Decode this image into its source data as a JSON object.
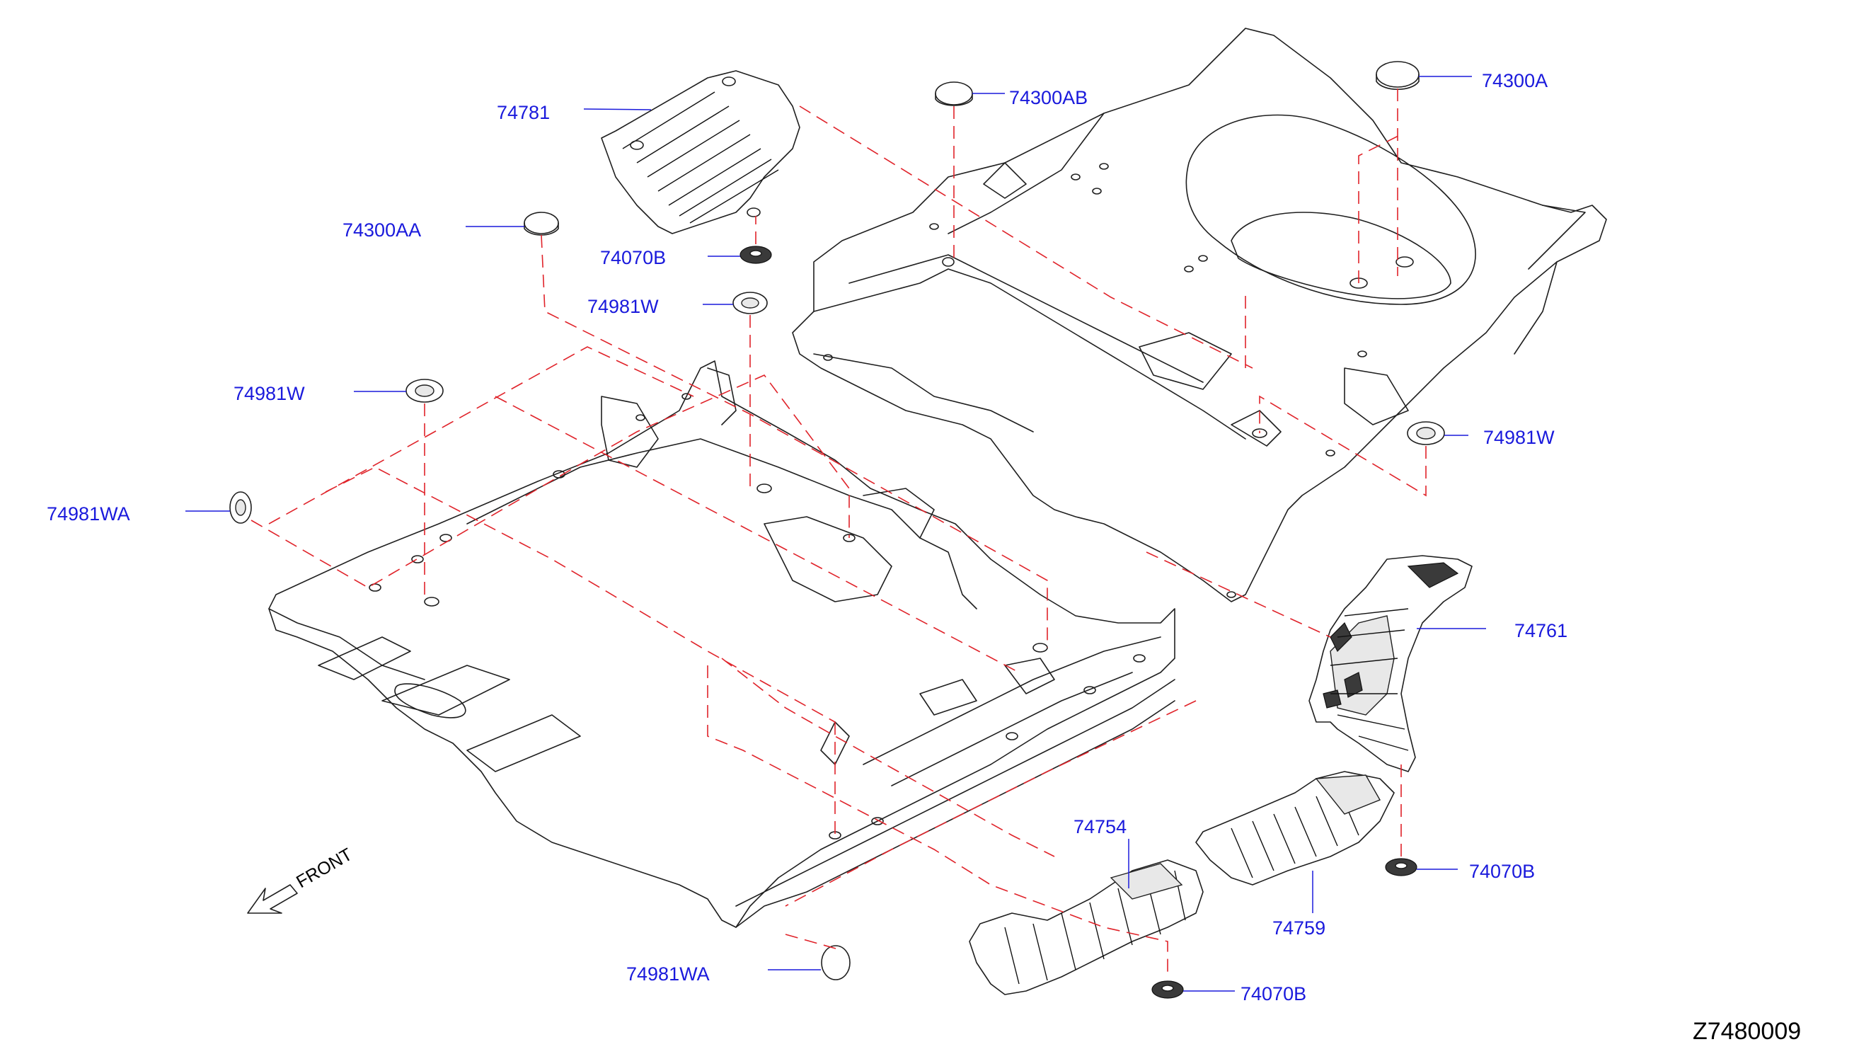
{
  "diagram_id": "Z7480009",
  "front_label": "FRONT",
  "callouts": [
    {
      "id": "c1",
      "text": "74781"
    },
    {
      "id": "c2",
      "text": "74300AB"
    },
    {
      "id": "c3",
      "text": "74300A"
    },
    {
      "id": "c4",
      "text": "74300AA"
    },
    {
      "id": "c5",
      "text": "74070B"
    },
    {
      "id": "c6",
      "text": "74981W"
    },
    {
      "id": "c7",
      "text": "74981W"
    },
    {
      "id": "c8",
      "text": "74981W"
    },
    {
      "id": "c9",
      "text": "74981WA"
    },
    {
      "id": "c10",
      "text": "74761"
    },
    {
      "id": "c11",
      "text": "74754"
    },
    {
      "id": "c12",
      "text": "74759"
    },
    {
      "id": "c13",
      "text": "74070B"
    },
    {
      "id": "c14",
      "text": "74981WA"
    },
    {
      "id": "c15",
      "text": "74070B"
    }
  ],
  "colors": {
    "label": "#1a1adc",
    "phantom_line": "#e0232a",
    "outline": "#1f1f1f"
  }
}
